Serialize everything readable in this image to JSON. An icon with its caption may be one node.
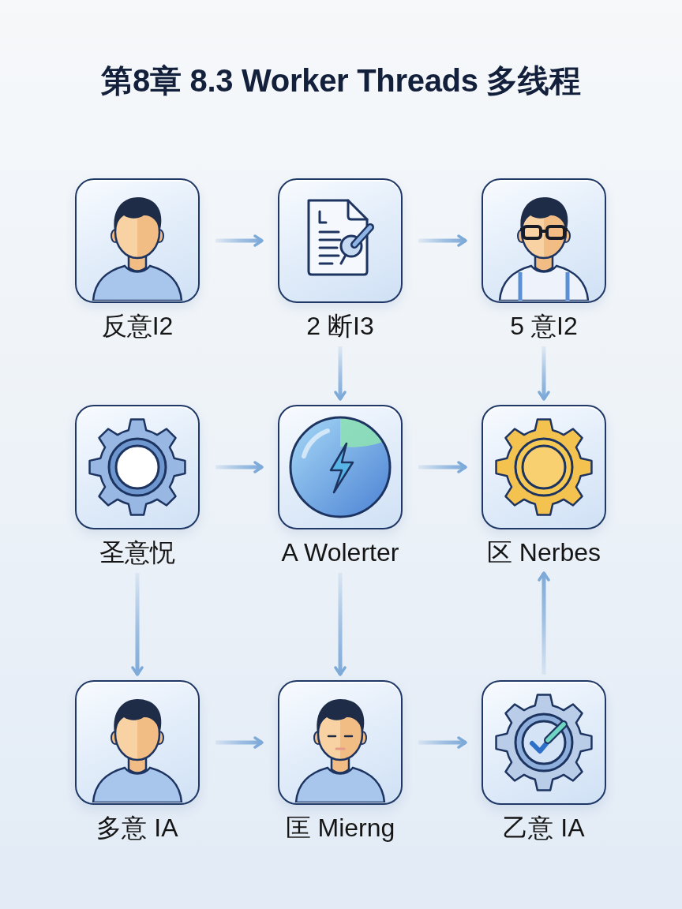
{
  "diagram": {
    "title": "第8章 8.3 Worker Threads 多线程",
    "nodes": [
      {
        "text": [
          "反意I2"
        ]
      },
      {
        "text": [
          "2 断I3"
        ]
      },
      {
        "text": [
          "5 意I2"
        ]
      },
      {
        "text": [
          "圣意怳"
        ]
      },
      {
        "text": [
          "A Wolerter"
        ]
      },
      {
        "text": [
          "区 Nerbes"
        ]
      },
      {
        "text": [
          "多意 IA"
        ]
      },
      {
        "text": [
          "匡 Mierng"
        ]
      },
      {
        "text": [
          "乙意 IA"
        ]
      }
    ],
    "edges": [
      {
        "from": 0,
        "to": 1,
        "arrow": "to"
      },
      {
        "from": 1,
        "to": 2,
        "arrow": "to"
      },
      {
        "from": 1,
        "to": 4,
        "arrow": "to"
      },
      {
        "from": 2,
        "to": 5,
        "arrow": "to"
      },
      {
        "from": 3,
        "to": 4,
        "arrow": "to"
      },
      {
        "from": 4,
        "to": 5,
        "arrow": "to"
      },
      {
        "from": 3,
        "to": 6,
        "arrow": "to"
      },
      {
        "from": 4,
        "to": 7,
        "arrow": "to"
      },
      {
        "from": 6,
        "to": 7,
        "arrow": "to"
      },
      {
        "from": 7,
        "to": 8,
        "arrow": "to"
      },
      {
        "from": 8,
        "to": 5,
        "arrow": "to"
      }
    ]
  }
}
